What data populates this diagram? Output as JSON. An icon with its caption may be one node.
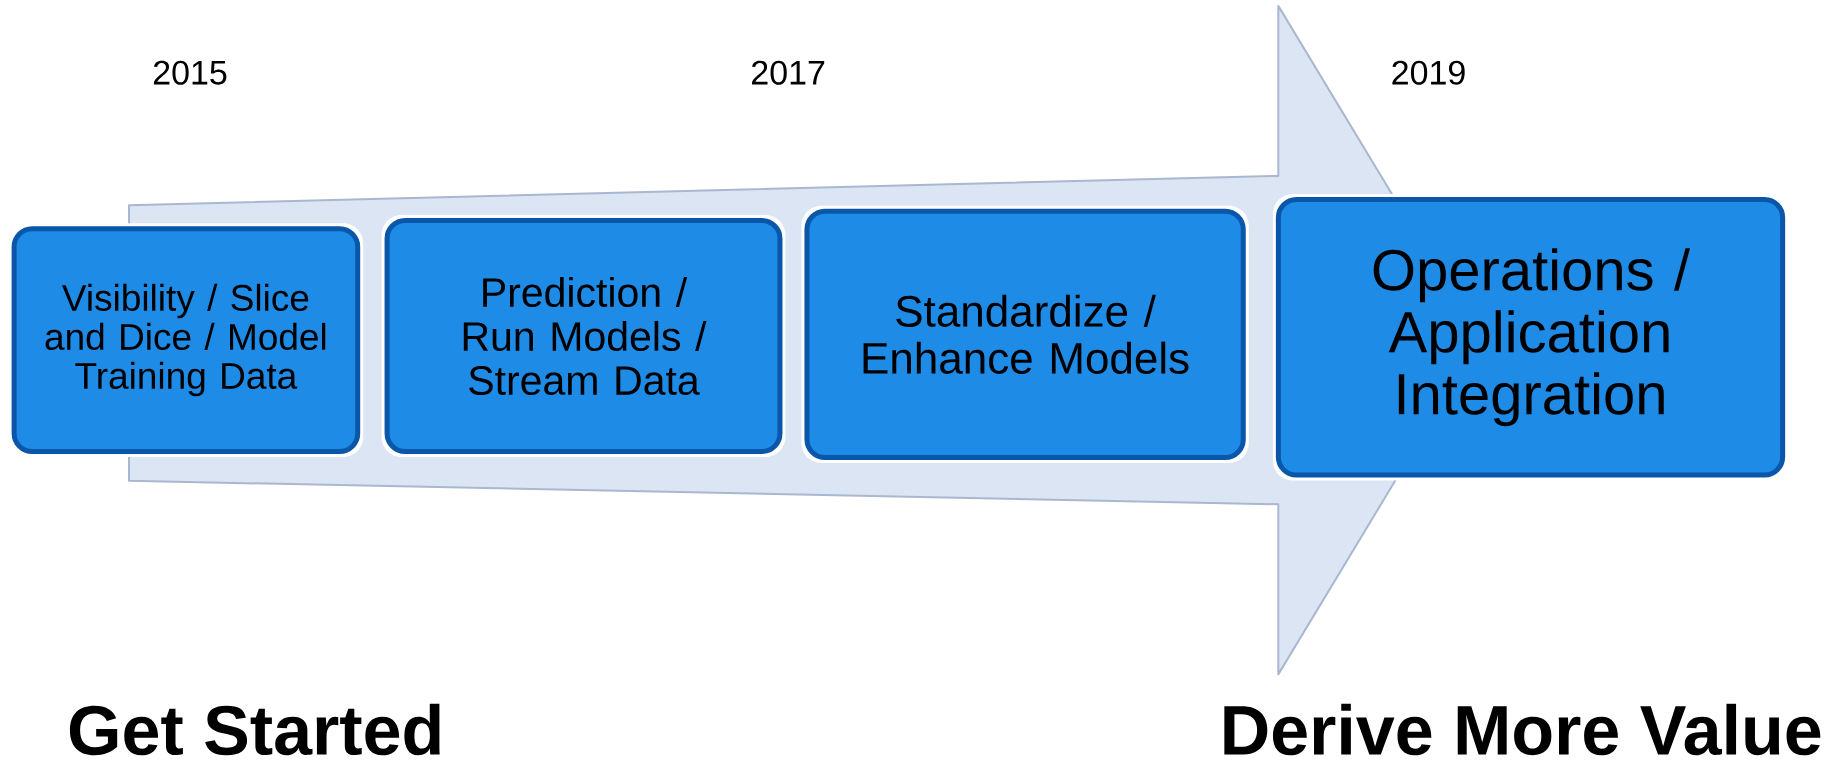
{
  "diagram": {
    "nodes": [
      {
        "text": [
          "Visibility / Slice and Dice / Model Training Data"
        ]
      },
      {
        "text": [
          "Prediction / Run Models / Stream Data"
        ]
      },
      {
        "text": [
          "Standardize / Enhance Models"
        ]
      },
      {
        "text": [
          "Operations / Application Integration"
        ]
      }
    ],
    "edges": [
      {
        "from": 0,
        "to": 3,
        "arrow": "to"
      }
    ],
    "labels": [
      "2015",
      "2017",
      "2019",
      "Get Started",
      "Derive More Value"
    ]
  }
}
